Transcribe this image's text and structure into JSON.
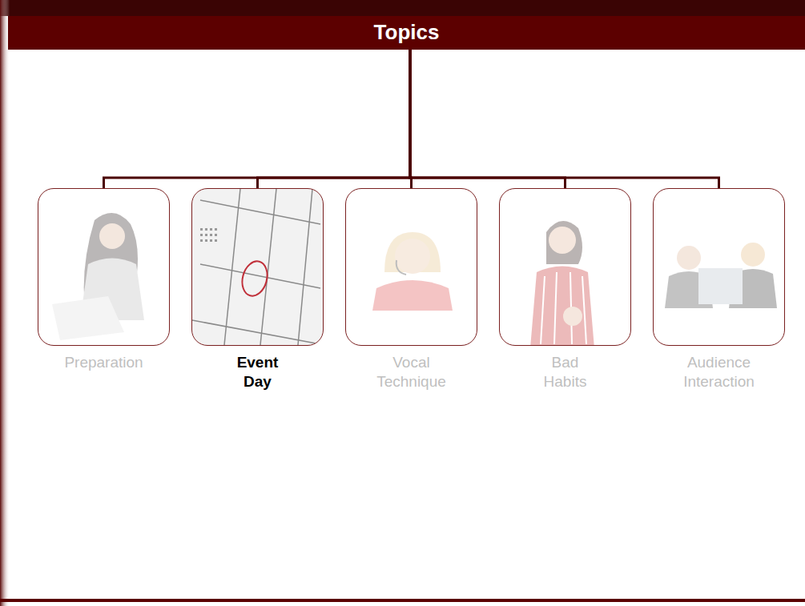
{
  "diagram": {
    "nodes": [
      {
        "text": [
          "Topics"
        ]
      },
      {
        "text": [
          "Preparation"
        ]
      },
      {
        "text": [
          "Event Day"
        ]
      },
      {
        "text": [
          "Vocal Technique"
        ]
      },
      {
        "text": [
          "Bad Habits"
        ]
      },
      {
        "text": [
          "Audience Interaction"
        ]
      }
    ],
    "edges": [
      {
        "from": 0,
        "to": 1,
        "arrow": "none"
      },
      {
        "from": 0,
        "to": 2,
        "arrow": "none"
      },
      {
        "from": 0,
        "to": 3,
        "arrow": "none"
      },
      {
        "from": 0,
        "to": 4,
        "arrow": "none"
      },
      {
        "from": 0,
        "to": 5,
        "arrow": "none"
      }
    ]
  }
}
